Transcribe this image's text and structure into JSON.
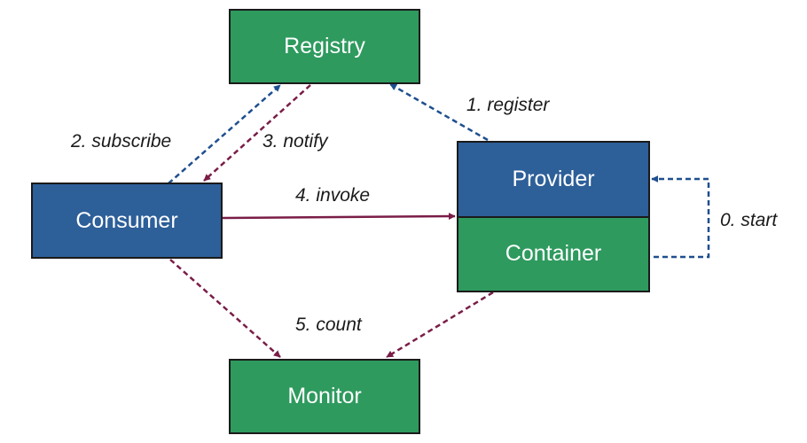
{
  "nodes": {
    "registry": "Registry",
    "consumer": "Consumer",
    "provider": "Provider",
    "container": "Container",
    "monitor": "Monitor"
  },
  "edges": {
    "start": "0. start",
    "register": "1. register",
    "subscribe": "2. subscribe",
    "notify": "3. notify",
    "invoke": "4. invoke",
    "count": "5. count"
  },
  "colors": {
    "node_green": "#2e9a5e",
    "node_blue": "#2d5f99",
    "arrow_blue": "#1e4f8f",
    "arrow_maroon": "#7a1d47"
  }
}
